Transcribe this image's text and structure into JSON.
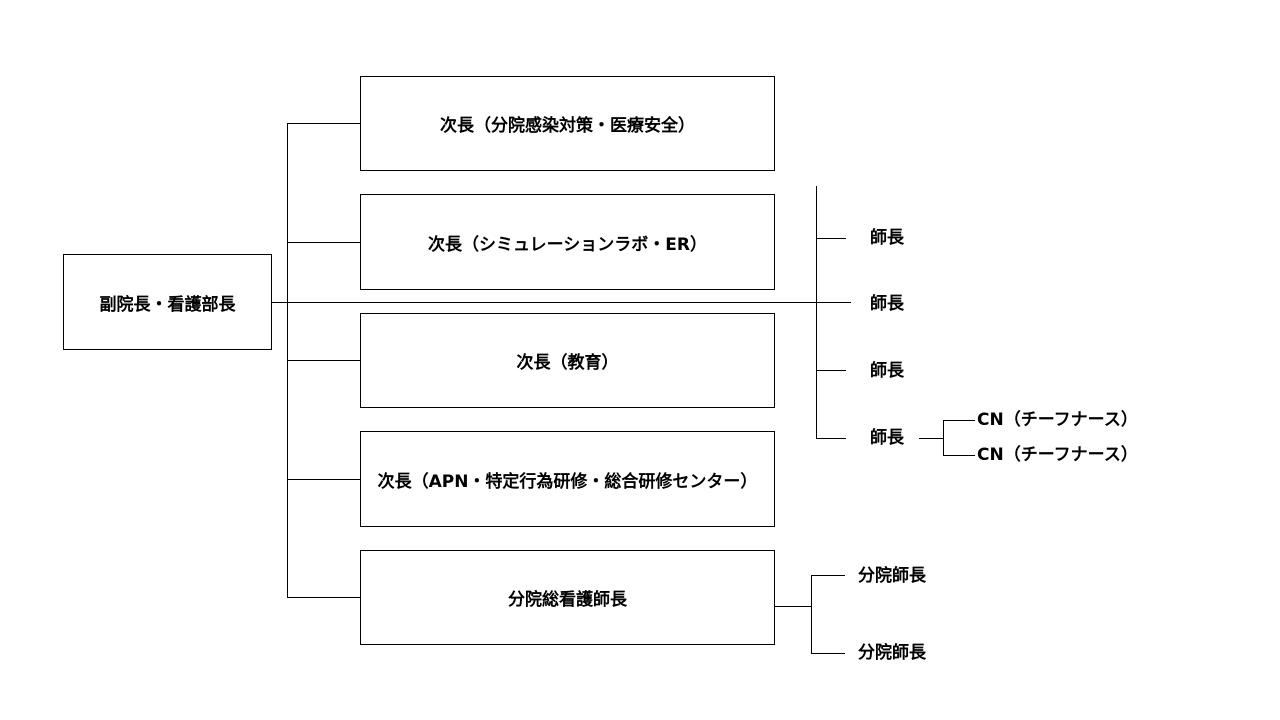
{
  "root": {
    "label": "副院長・看護部長"
  },
  "deputies": [
    {
      "label": "次長（分院感染対策・医療安全）"
    },
    {
      "label": "次長（シミュレーションラボ・ER）"
    },
    {
      "label": "次長（教育）"
    },
    {
      "label": "次長（APN・特定行為研修・総合研修センター）"
    },
    {
      "label": "分院総看護師長"
    }
  ],
  "head_nurses": [
    {
      "label": "師長"
    },
    {
      "label": "師長"
    },
    {
      "label": "師長"
    },
    {
      "label": "師長"
    }
  ],
  "chief_nurses": [
    {
      "label": "CN（チーフナース）"
    },
    {
      "label": "CN（チーフナース）"
    }
  ],
  "branch_head_nurses": [
    {
      "label": "分院師長"
    },
    {
      "label": "分院師長"
    }
  ]
}
